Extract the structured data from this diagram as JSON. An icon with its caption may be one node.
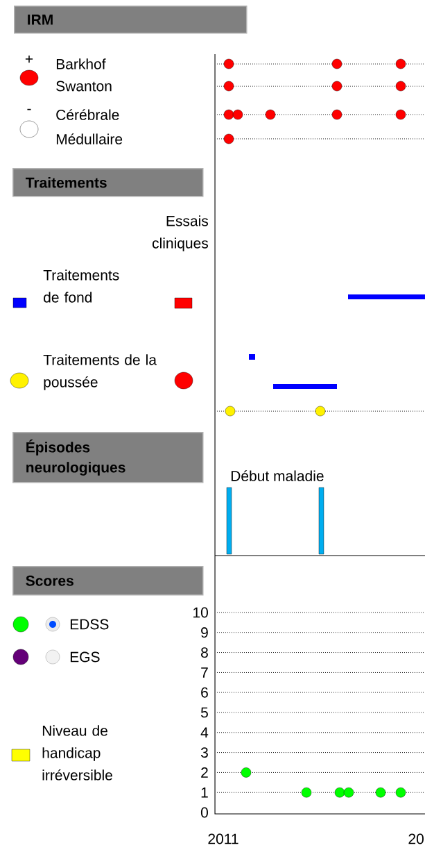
{
  "diagram": {
    "nodes": [
      {
        "text": [
          "IRM"
        ]
      },
      {
        "text": [
          "Traitements"
        ]
      },
      {
        "text": [
          "Épisodes neurologiques"
        ]
      },
      {
        "text": [
          "Scores"
        ]
      }
    ],
    "edges": [],
    "labels": [
      "+",
      "Barkhof",
      "Swanton",
      "-",
      "Cérébrale",
      "Médullaire",
      "Essais cliniques",
      "Début maladie",
      "EDSS",
      "EGS",
      "10",
      "9",
      "8",
      "7",
      "6",
      "5",
      "4",
      "3",
      "2",
      "1",
      "0",
      "2011",
      "20"
    ],
    "legend": [
      {
        "text": "Traitements de fond",
        "color": "#0000ff"
      },
      {
        "text": "Traitements de la poussée"
      },
      {
        "text": "Niveau de handicap irréversible",
        "color": "#ffff00"
      }
    ]
  }
}
